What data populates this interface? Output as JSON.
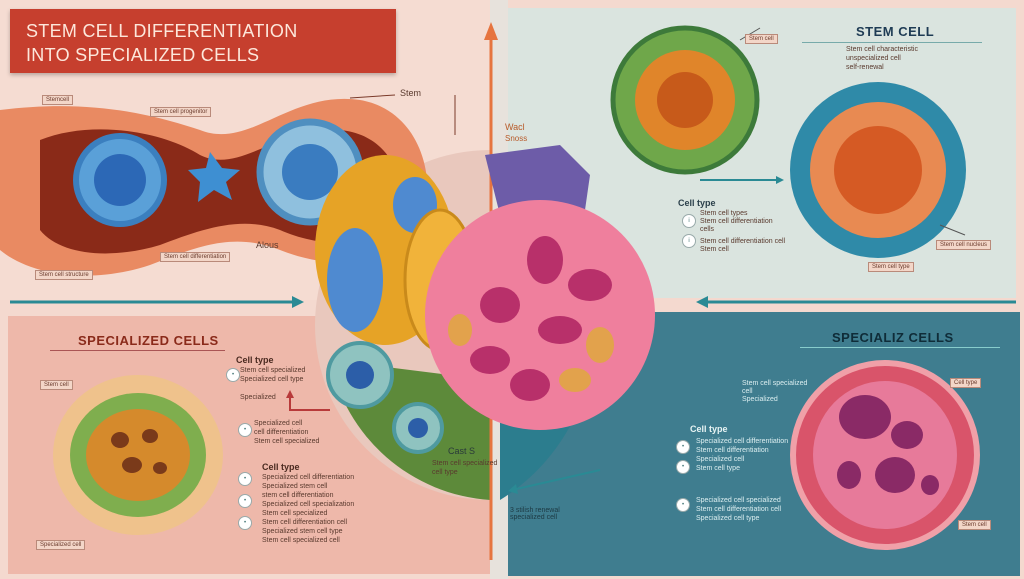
{
  "title": {
    "line1": "STEM CELL DIFFERENTIATION",
    "line2": "INTO SPECIALIZED CELLS"
  },
  "panels": {
    "top_left": {
      "label_stem": "Stem",
      "label_alous": "Alous",
      "label_tl1": "Stemcell",
      "label_tl2": "Stem cell progenitor",
      "label_tl3": "Stem cell differentiation",
      "label_tl4": "Stem cell structure"
    },
    "top_right": {
      "heading": "STEM CELL",
      "tag_top": "Stem cell",
      "desc": [
        "Stem cell characteristic",
        "unspecialized cell",
        "self-renewal"
      ],
      "tag_right": "Stem cell nucleus",
      "tag_bottom": "Stem cell type"
    },
    "center": {
      "label_wbc": "Wacl",
      "label_wbc2": "Snoss",
      "cell_type_heading": "Cell type",
      "cell_type_lines": [
        "Stem cell types",
        "Stem cell differentiation",
        "cells",
        "Stem cell differentiation cell",
        "Stem cell"
      ],
      "cast_label": "Cast S",
      "cast_desc": [
        "Stem cell specialized",
        "cell type"
      ],
      "bottom_caption": [
        "3 stilish renewal",
        "specialized cell"
      ]
    },
    "bottom_left": {
      "heading": "SPECIALIZED CELLS",
      "cell_type_heading": "Cell type",
      "cell_type_lines": [
        "Stem cell specialized",
        "Specialized cell type",
        "Specialized"
      ],
      "lines2": [
        "Specialized cell",
        "cell differentiation",
        "Stem cell specialized"
      ],
      "cell_type2_heading": "Cell type",
      "cell_type2_lines": [
        "Specialized cell differentiation",
        "Specialized stem cell",
        "stem cell differentiation",
        "Specialized cell specialization",
        "Stem cell specialized",
        "Stem cell differentiation cell",
        "Specialized stem cell type",
        "Stem cell specialized cell"
      ],
      "tag_top": "Stem cell",
      "tag_bottom": "Specialized cell"
    },
    "bottom_right": {
      "heading": "SPECIALIZ CELLS",
      "desc_top": [
        "Stem cell specialized",
        "cell",
        "Specialized"
      ],
      "tag_right": "Cell type",
      "cell_type_heading": "Cell type",
      "cell_type_lines": [
        "Specialized cell differentiation",
        "Stem cell differentiation",
        "Specialized cell",
        "Stem cell type"
      ],
      "lines2": [
        "Specialized cell specialized",
        "Stem cell differentiation cell",
        "Specialized cell type"
      ],
      "tag_bottom": "Stem cell"
    }
  },
  "colors": {
    "title_bg": "#c63f2e",
    "teal_panel": "#33778a",
    "grey_panel": "#d9e3de",
    "pink_panel": "#f3c7bd",
    "arrow_orange": "#e6743f",
    "arrow_teal": "#2a8a94"
  }
}
